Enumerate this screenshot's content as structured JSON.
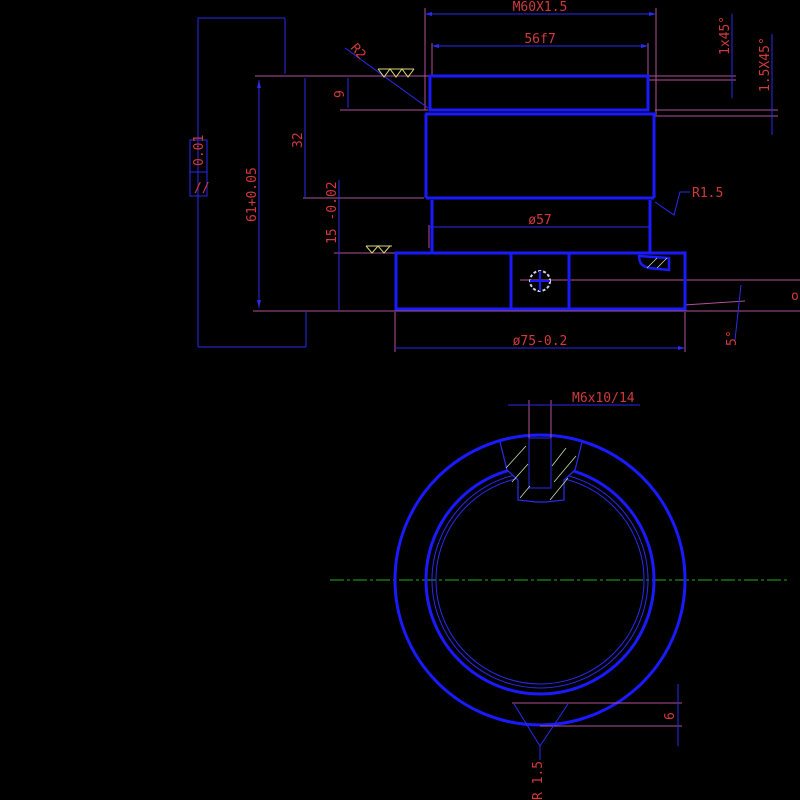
{
  "drawing": {
    "background": "#000000",
    "colors": {
      "outline": "#1a1aff",
      "dimension_line": "#2a2af0",
      "extension_line": "#b0509a",
      "dimension_text": "#d03a3a",
      "surface_symbol": "#d8d870",
      "centerline": "#20b020"
    },
    "section_view": {
      "dimensions": {
        "thread": "M60X1.5",
        "fit_diameter": "56f7",
        "chamfer_1": "1x45°",
        "chamfer_2": "1.5X45°",
        "radius_top": "R2",
        "radius_mid": "R1.5",
        "height_9": "9",
        "height_32": "32",
        "height_total": "61+0.05",
        "height_15": "15 -0.02",
        "diameter_57": "ø57",
        "diameter_75": "ø75-0.2",
        "angle": "5°",
        "angle_right_label": "o"
      },
      "tolerance_frame": {
        "symbol": "//",
        "value": "0.01"
      },
      "surface_finish_symbols": [
        "▽▽▽▽",
        "▽▽▽"
      ]
    },
    "plan_view": {
      "dimensions": {
        "tapped_hole": "M6x10/14",
        "depth_6": "6",
        "radius_bottom": "R 1.5"
      }
    }
  }
}
